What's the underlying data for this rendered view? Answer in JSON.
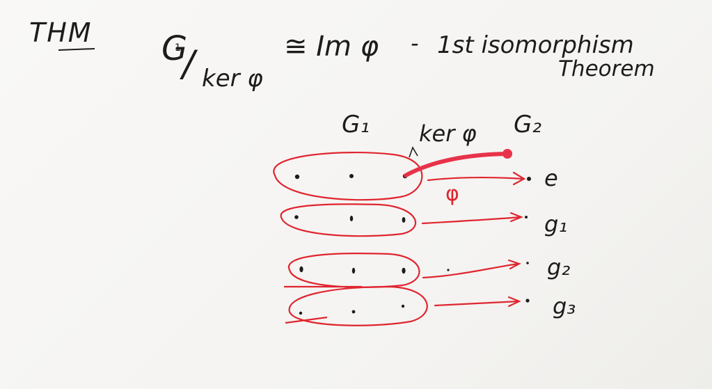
{
  "heading": {
    "label": "THM",
    "quotient_group": "G",
    "quotient_subscript": "1",
    "quotient_slash": "/",
    "quotient_kernel": "ker φ",
    "iso_relation": "≅ Im φ",
    "separator": "-",
    "theorem_name_line1": "1st isomorphism",
    "theorem_name_line2": "Theorem"
  },
  "diagram": {
    "domain_label": "G₁",
    "codomain_label": "G₂",
    "kernel_label": "ker φ",
    "map_label": "φ",
    "image_elements": [
      "e",
      "g₁",
      "g₂",
      "g₃"
    ]
  },
  "colors": {
    "ink": "#1c1c1c",
    "red_marker": "#e0252f",
    "paper": "#f7f6f4"
  }
}
